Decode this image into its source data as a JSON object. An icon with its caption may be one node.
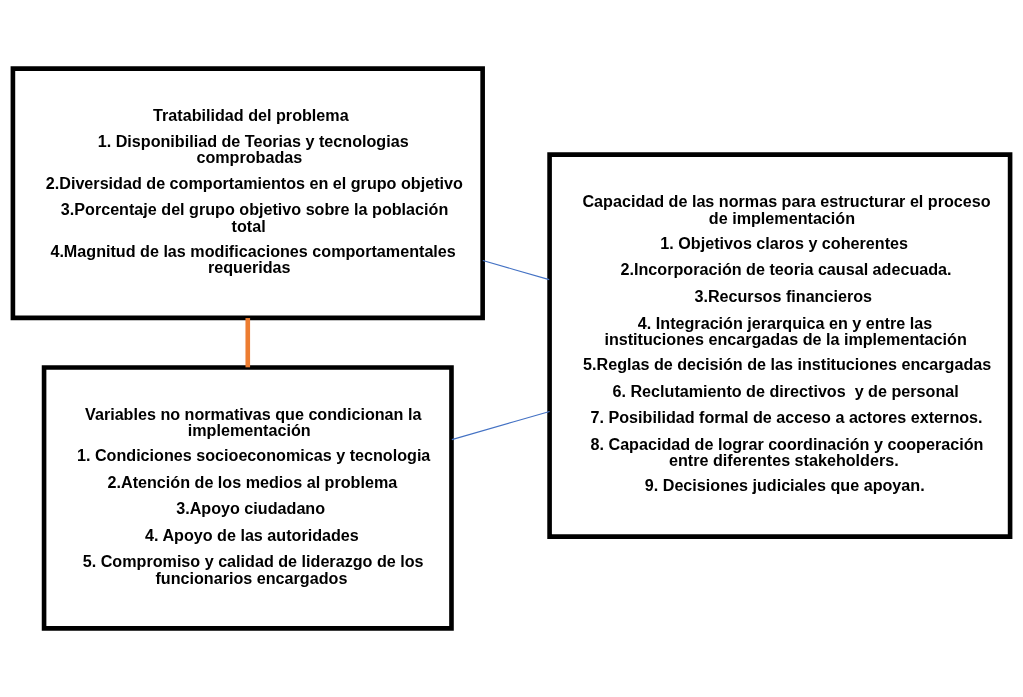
{
  "diagram": {
    "nodes": [
      {
        "text": [
          "Tratabilidad del problema",
          "1. Disponibiliad de Teorias y tecnologias comprobadas",
          "2.Diversidad de comportamientos en el grupo objetivo",
          "3.Porcentaje del grupo objetivo sobre la población total",
          "4.Magnitud de las modificaciones comportamentales requeridas"
        ]
      },
      {
        "text": [
          "Capacidad de las normas para estructurar el proceso de implementación",
          "1. Objetivos claros y coherentes",
          "2.Incorporación de teoria causal adecuada.",
          "3.Recursos financieros",
          "4. Integración jerarquica en y entre las instituciones encargadas de la implementación",
          "5.Reglas de decisión de las instituciones encargadas",
          "6. Reclutamiento de directivos  y de personal",
          "7. Posibilidad formal de acceso a actores externos.",
          "8. Capacidad de lograr coordinación y cooperación  entre diferentes stakeholders.",
          "9. Decisiones judiciales que apoyan."
        ]
      },
      {
        "text": [
          "Variables no normativas que condicionan la implementación",
          "1. Condiciones socioeconomicas y tecnologia",
          "2.Atención de los medios al problema",
          "3.Apoyo ciudadano",
          "4. Apoyo de las autoridades",
          "5. Compromiso y calidad de liderazgo de los funcionarios encargados"
        ]
      }
    ],
    "edges": [
      {
        "from": 0,
        "to": 1,
        "arrow": "none"
      },
      {
        "from": 0,
        "to": 2,
        "arrow": "none",
        "style": "thick",
        "color": "#ed7d31"
      },
      {
        "from": 1,
        "to": 2,
        "arrow": "none"
      }
    ]
  }
}
